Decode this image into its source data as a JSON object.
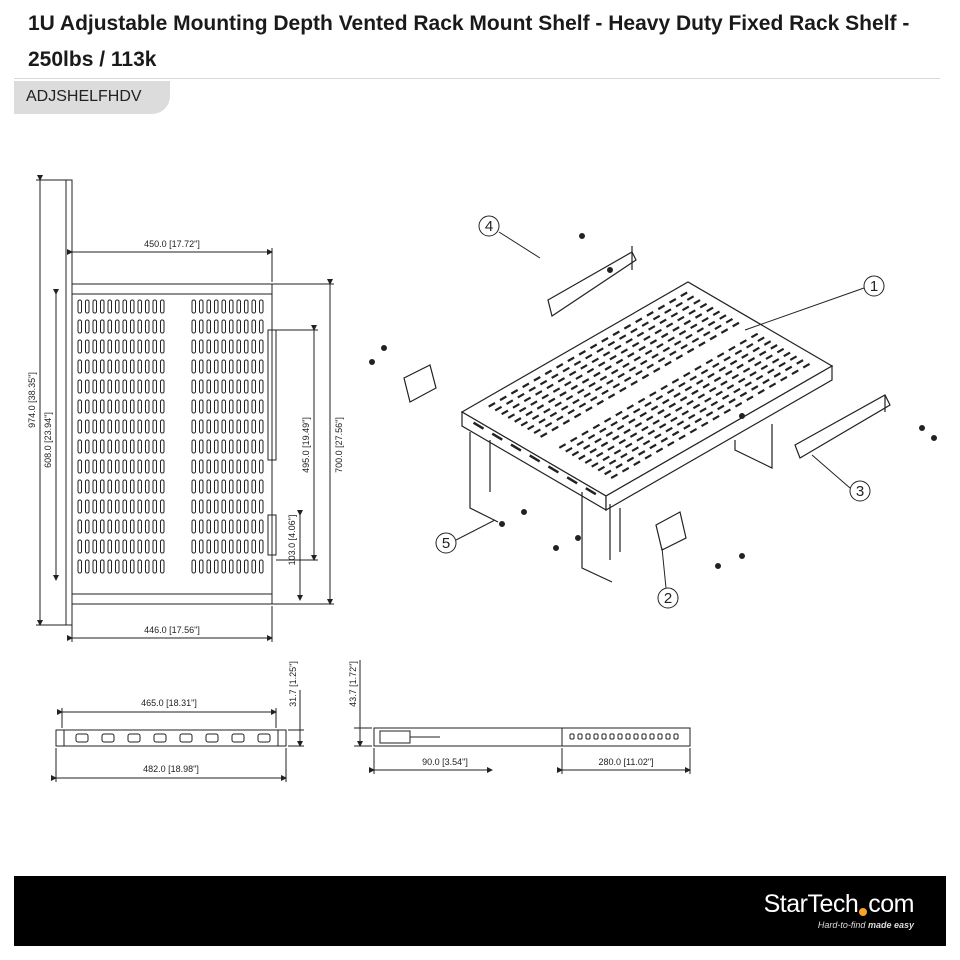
{
  "title": "1U Adjustable Mounting Depth Vented Rack Mount Shelf - Heavy Duty Fixed Rack Shelf - 250lbs / 113k",
  "sku": "ADJSHELFHDV",
  "dimensions": {
    "top_width": "450.0 [17.72\"]",
    "bottom_width": "446.0 [17.56\"]",
    "overall_height": "974.0 [38.35\"]",
    "slot_height": "608.0 [23.94\"]",
    "mid_height": "495.0 [19.49\"]",
    "small_height": "103.0 [4.06\"]",
    "depth": "700.0 [27.56\"]",
    "front_inner": "465.0 [18.31\"]",
    "front_outer": "482.0 [18.98\"]",
    "front_thickness": "31.7 [1.25\"]",
    "side_height": "43.7 [1.72\"]",
    "side_short": "90.0 [3.54\"]",
    "side_long": "280.0 [11.02\"]"
  },
  "callouts": [
    "1",
    "2",
    "3",
    "4",
    "5"
  ],
  "footer": {
    "brand_start": "StarTech",
    "brand_end": "com",
    "tagline_plain": "Hard-to-find",
    "tagline_bold": "made easy",
    "dot_color": "#f5a623"
  }
}
